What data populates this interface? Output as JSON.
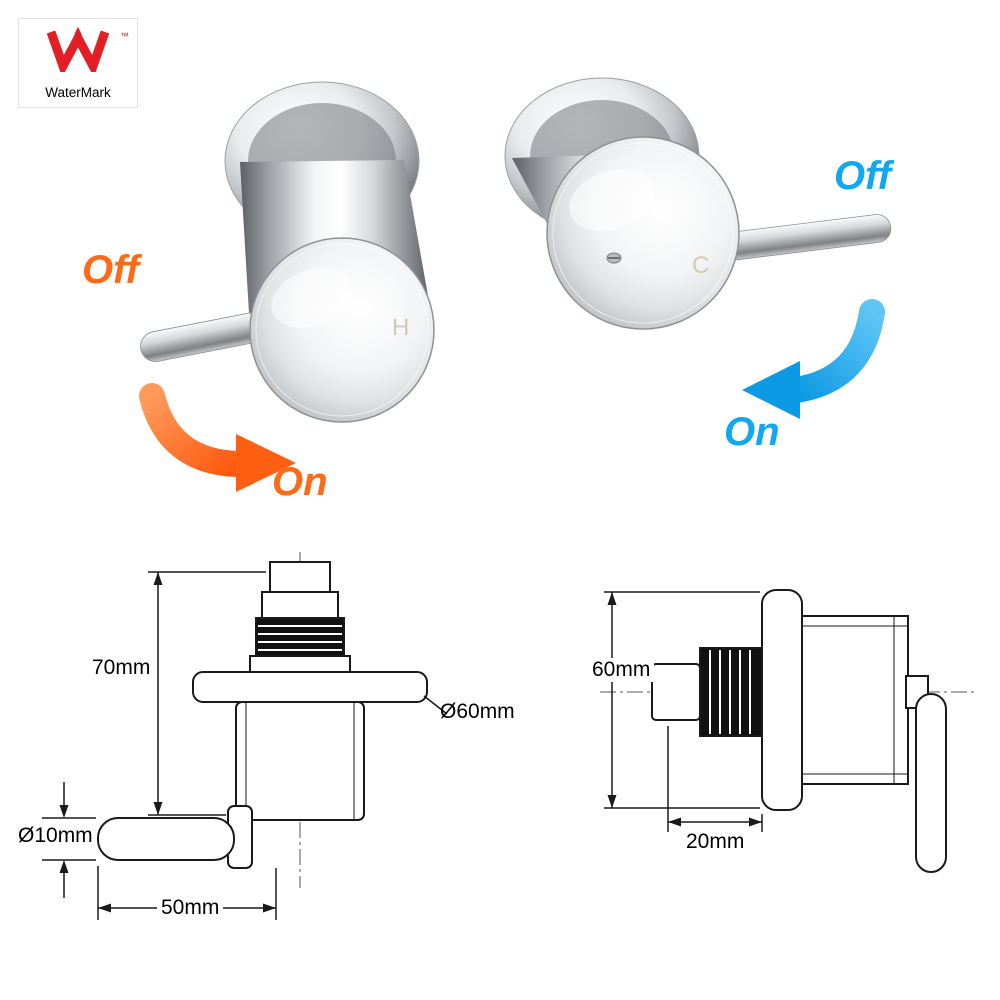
{
  "certification": {
    "mark_letter": "W",
    "trademark": "™",
    "label": "WaterMark"
  },
  "hot_tap": {
    "off_label": "Off",
    "on_label": "On",
    "cap_letter": "H"
  },
  "cold_tap": {
    "off_label": "Off",
    "on_label": "On",
    "cap_letter": "C"
  },
  "front_diagram": {
    "height": "70mm",
    "flange_diameter": "Ø60mm",
    "handle_diameter": "Ø10mm",
    "handle_length": "50mm"
  },
  "side_diagram": {
    "plate_diameter": "60mm",
    "body_depth": "20mm"
  },
  "colors": {
    "hot_accent": "#ff6a17",
    "cold_accent": "#12a7ef",
    "watermark_red": "#e31e24"
  }
}
